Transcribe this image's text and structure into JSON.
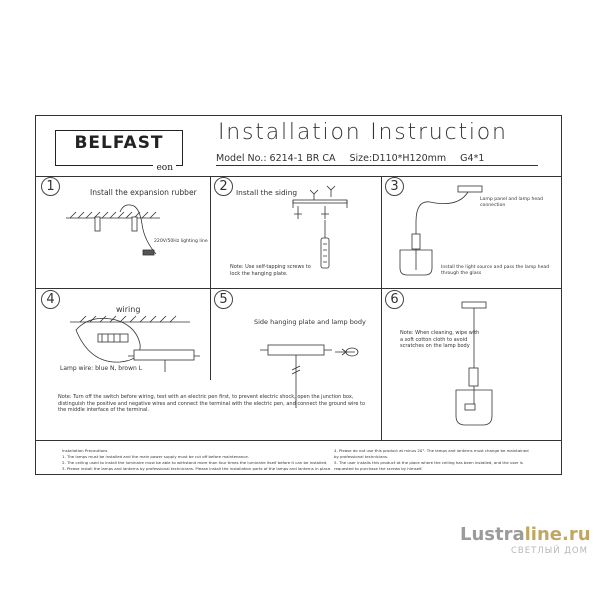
{
  "header": {
    "logo_brand": "BELFAST",
    "logo_sub": "eon",
    "title": "Installation Instruction",
    "model_no": "Model No.: 6214-1 BR CA",
    "size": "Size:D110*H120mm",
    "bulb": "G4*1"
  },
  "steps": [
    {
      "num": "1",
      "caption": "Install the expansion rubber",
      "label": "220V/50Hz lighting line"
    },
    {
      "num": "2",
      "caption": "Install the siding",
      "note": "Note: Use self-tapping screws to lock the hanging plate."
    },
    {
      "num": "3",
      "label_top": "Lamp panel and lamp head connection",
      "label_bottom": "Install the light source and pass the lamp head through the glass"
    },
    {
      "num": "4",
      "caption": "wiring",
      "label": "Lamp wire: blue N, brown L",
      "note": "Note: Turn off the switch before wiring, test with an electric pen first, to prevent electric shock, open the junction box, distinguish the positive and negative wires and connect the terminal with the electric pen, and connect the ground wire to the middle interface of the terminal."
    },
    {
      "num": "5",
      "caption": "Side hanging plate and lamp body"
    },
    {
      "num": "6",
      "note": "Note: When cleaning, wipe with a soft cotton cloth to avoid scratches on the lamp body"
    }
  ],
  "precautions": {
    "title": "Installation Precautions",
    "left": [
      "1. The lamps must be installed and the main power supply must be cut off before maintenance.",
      "2. The ceiling used to install the luminaire must be able to withstand more than four times the luminaire itself before it can be installed.",
      "3. Please install the lamps and lanterns by professional technicians. Please install the installation parts of the lamps and lanterns in place."
    ],
    "right": [
      "4. Please do not use this product at minus 20°. The lamps and lanterns must change be maintained",
      "by professional technicians.",
      "5. The user installs this product at the place where the ceiling has been installed, and the user is",
      "requested to purchase the screws by himself."
    ]
  },
  "watermark": {
    "part1": "Lustra",
    "part2": "line.ru",
    "sub": "СВЕТЛЫЙ ДОМ"
  }
}
